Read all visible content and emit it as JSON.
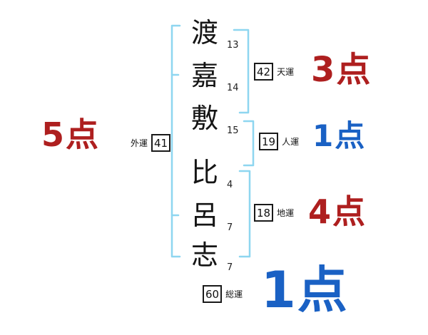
{
  "characters": [
    {
      "char": "渡",
      "strokes": "13"
    },
    {
      "char": "嘉",
      "strokes": "14"
    },
    {
      "char": "敷",
      "strokes": "15"
    },
    {
      "char": "比",
      "strokes": "4"
    },
    {
      "char": "呂",
      "strokes": "7"
    },
    {
      "char": "志",
      "strokes": "7"
    }
  ],
  "fortunes": {
    "outer": {
      "label": "外運",
      "value": "41",
      "score": "5点",
      "score_color": "red"
    },
    "heaven": {
      "label": "天運",
      "value": "42",
      "score": "3点",
      "score_color": "red"
    },
    "person": {
      "label": "人運",
      "value": "19",
      "score": "1点",
      "score_color": "blue"
    },
    "earth": {
      "label": "地運",
      "value": "18",
      "score": "4点",
      "score_color": "red"
    },
    "total": {
      "label": "総運",
      "value": "60",
      "score": "1点",
      "score_color": "blue"
    }
  },
  "colors": {
    "score_red": "#ae1f1f",
    "score_blue": "#1a61c4",
    "bracket_blue": "#8ed6f0",
    "ink": "#111111"
  }
}
